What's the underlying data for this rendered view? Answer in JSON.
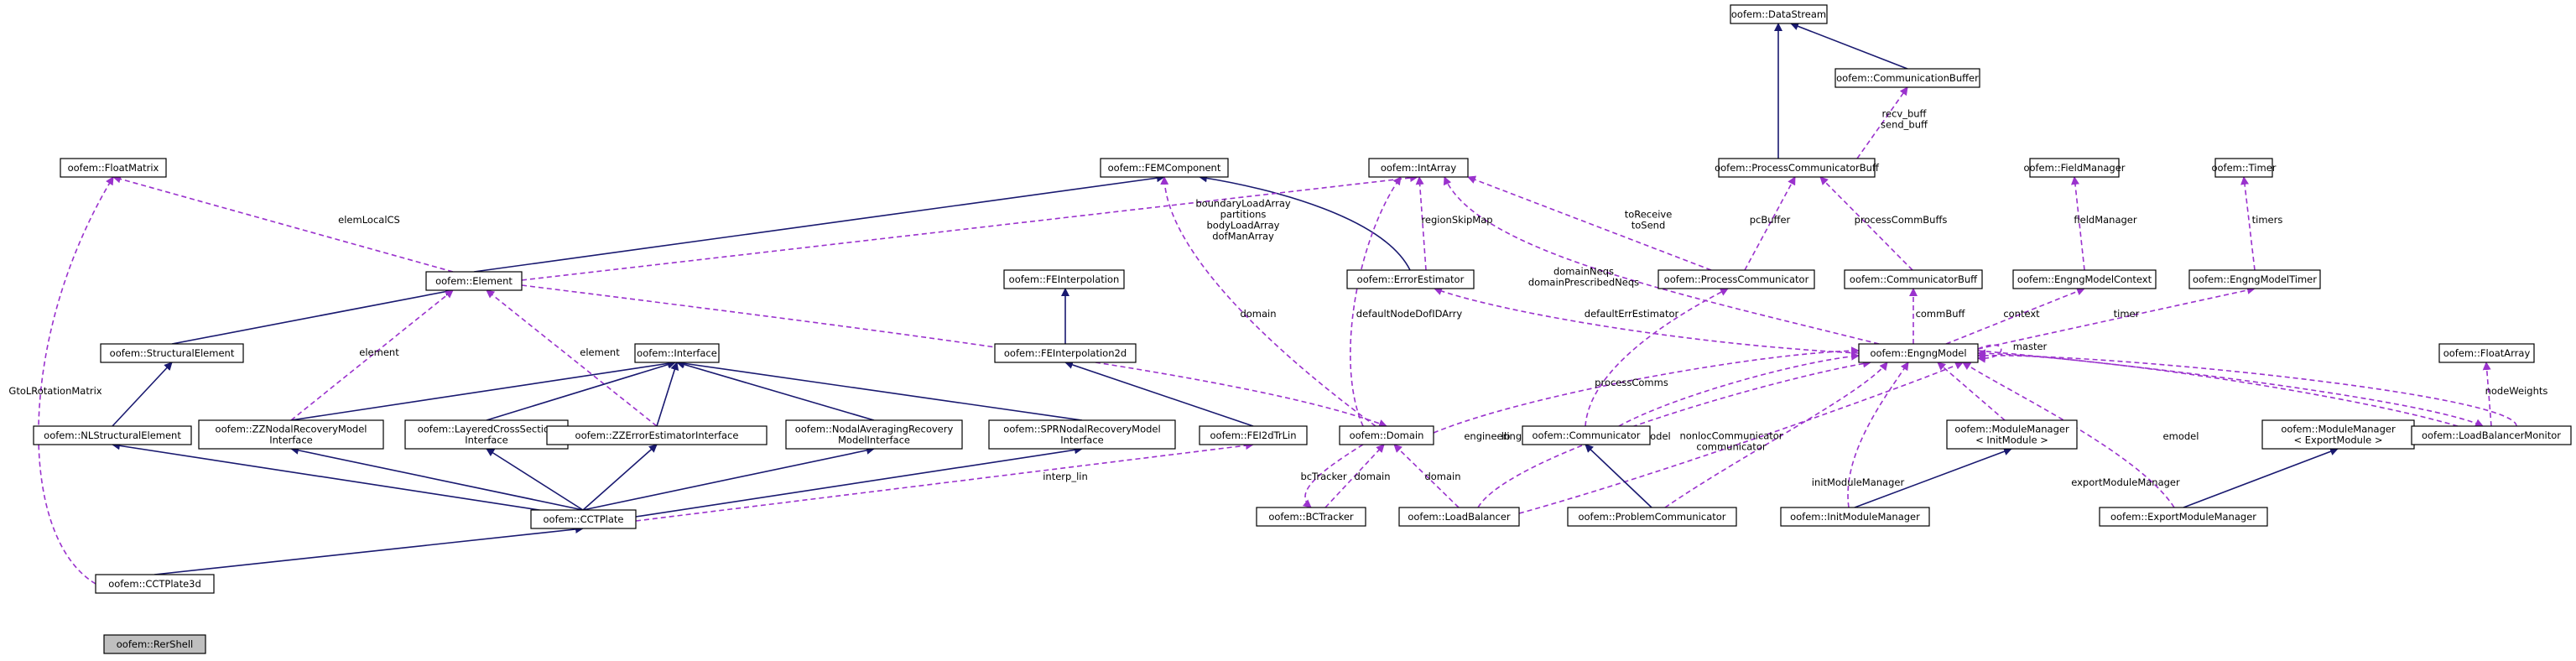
{
  "diagram": {
    "title": "",
    "colors": {
      "inheritance": "#191970",
      "usage": "#9a32cd",
      "focus_fill": "#bfbfbf"
    },
    "nodes": {
      "DataStream": [
        "oofem::DataStream"
      ],
      "CommunicationBuffer": [
        "oofem::CommunicationBuffer"
      ],
      "ProcessCommunicatorBuff": [
        "oofem::ProcessCommunicatorBuff"
      ],
      "FieldManager": [
        "oofem::FieldManager"
      ],
      "Timer": [
        "oofem::Timer"
      ],
      "FloatMatrix": [
        "oofem::FloatMatrix"
      ],
      "FEMComponent": [
        "oofem::FEMComponent"
      ],
      "IntArray": [
        "oofem::IntArray"
      ],
      "Element": [
        "oofem::Element"
      ],
      "ErrorEstimator": [
        "oofem::ErrorEstimator"
      ],
      "ProcessCommunicator": [
        "oofem::ProcessCommunicator"
      ],
      "CommunicatorBuff": [
        "oofem::CommunicatorBuff"
      ],
      "EngngModelContext": [
        "oofem::EngngModelContext"
      ],
      "EngngModelTimer": [
        "oofem::EngngModelTimer"
      ],
      "FEInterpolation": [
        "oofem::FEInterpolation"
      ],
      "FEInterpolation2d": [
        "oofem::FEInterpolation2d"
      ],
      "StructuralElement": [
        "oofem::StructuralElement"
      ],
      "Interface": [
        "oofem::Interface"
      ],
      "EngngModel": [
        "oofem::EngngModel"
      ],
      "FloatArray": [
        "oofem::FloatArray"
      ],
      "NLStructuralElement": [
        "oofem::NLStructuralElement"
      ],
      "ZZNodalRecoveryModelInterface": [
        "oofem::ZZNodalRecoveryModel",
        "Interface"
      ],
      "LayeredCrossSectionInterface": [
        "oofem::LayeredCrossSection",
        "Interface"
      ],
      "ZZErrorEstimatorInterface": [
        "oofem::ZZErrorEstimatorInterface"
      ],
      "NodalAveragingRecoveryModelInterface": [
        "oofem::NodalAveragingRecovery",
        "ModelInterface"
      ],
      "SPRNodalRecoveryModelInterface": [
        "oofem::SPRNodalRecoveryModel",
        "Interface"
      ],
      "FEI2dTrLin": [
        "oofem::FEI2dTrLin"
      ],
      "Domain": [
        "oofem::Domain"
      ],
      "Communicator": [
        "oofem::Communicator"
      ],
      "ModuleManagerInit": [
        "oofem::ModuleManager",
        "< InitModule >"
      ],
      "ModuleManagerExport": [
        "oofem::ModuleManager",
        "< ExportModule >"
      ],
      "LoadBalancerMonitor": [
        "oofem::LoadBalancerMonitor"
      ],
      "CCTPlate": [
        "oofem::CCTPlate"
      ],
      "BCTracker": [
        "oofem::BCTracker"
      ],
      "LoadBalancer": [
        "oofem::LoadBalancer"
      ],
      "ProblemCommunicator": [
        "oofem::ProblemCommunicator"
      ],
      "InitModuleManager": [
        "oofem::InitModuleManager"
      ],
      "ExportModuleManager": [
        "oofem::ExportModuleManager"
      ],
      "CCTPlate3d": [
        "oofem::CCTPlate3d"
      ],
      "RerShell": [
        "oofem::RerShell"
      ]
    },
    "edge_labels": {
      "recv_send_buff": [
        "recv_buff",
        "send_buff"
      ],
      "elemLocalCS": [
        "elemLocalCS"
      ],
      "boundaryLoadArray": [
        "boundaryLoadArray",
        "partitions",
        "bodyLoadArray",
        "dofManArray"
      ],
      "regionSkipMap": [
        "regionSkipMap"
      ],
      "toReceive": [
        "toReceive",
        "toSend"
      ],
      "pcBuffer": [
        "pcBuffer"
      ],
      "processCommBuffs": [
        "processCommBuffs"
      ],
      "fieldManager": [
        "fieldManager"
      ],
      "timers": [
        "timers"
      ],
      "domainNeqs": [
        "domainNeqs",
        "domainPrescribedNeqs"
      ],
      "GtoLRotationMatrix": [
        "GtoLRotationMatrix"
      ],
      "element_zz": [
        "element"
      ],
      "element_est": [
        "element"
      ],
      "domain_fem": [
        "domain"
      ],
      "defaultNodeDofIDArry": [
        "defaultNodeDofIDArry"
      ],
      "defaultErrEstimator": [
        "defaultErrEstimator"
      ],
      "commBuff": [
        "commBuff"
      ],
      "context": [
        "context"
      ],
      "timer": [
        "timer"
      ],
      "master": [
        "master"
      ],
      "processComms": [
        "processComms"
      ],
      "engineeringModel": [
        "engineeringModel"
      ],
      "enggModel": [
        "enggModel"
      ],
      "lb": [
        "lb"
      ],
      "nonlocCommunicator": [
        "nonlocCommunicator",
        "communicator"
      ],
      "emodel_mm": [
        "emodel"
      ],
      "initModuleManager": [
        "initModuleManager"
      ],
      "exportModuleManager": [
        "exportModuleManager"
      ],
      "emodel_lb": [
        "emodel"
      ],
      "lbm": [
        "lbm"
      ],
      "emodel_lbm": [
        "emodel"
      ],
      "nodeWeights": [
        "nodeWeights"
      ],
      "interp_lin": [
        "interp_lin"
      ],
      "bcTracker": [
        "bcTracker"
      ],
      "domain_bct": [
        "domain"
      ],
      "domain_lb": [
        "domain"
      ]
    }
  }
}
